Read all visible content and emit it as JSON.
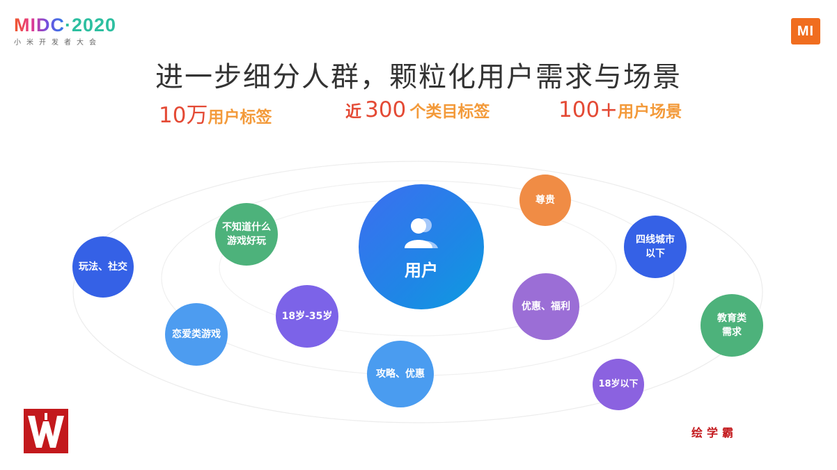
{
  "header": {
    "logo_midc": "MIDC",
    "logo_dot": "·",
    "logo_year": "2020",
    "logo_sub": "小米开发者大会",
    "mi_logo": "MI"
  },
  "title": "进一步细分人群，颗粒化用户需求与场景",
  "stats": [
    {
      "number": "10万",
      "label": "用户标签"
    },
    {
      "prefix": "近",
      "number": "300",
      "label": "个类目标签"
    },
    {
      "number": "100+",
      "label": "用户场景"
    }
  ],
  "center": {
    "label": "用户",
    "icon": "user-group-icon"
  },
  "bubbles": [
    {
      "text": "玩法、社交",
      "color": "#3561e6"
    },
    {
      "text": "不知道什么\n游戏好玩",
      "color": "#4db27b"
    },
    {
      "text": "恋爱类游戏",
      "color": "#4d9cf0"
    },
    {
      "text": "18岁-35岁",
      "color": "#7c63e8"
    },
    {
      "text": "攻略、优惠",
      "color": "#4a9cf0"
    },
    {
      "text": "尊贵",
      "color": "#f08c45"
    },
    {
      "text": "优惠、福利",
      "color": "#9b6ed6"
    },
    {
      "text": "四线城市\n以下",
      "color": "#3561e6"
    },
    {
      "text": "教育类\n需求",
      "color": "#4db27b"
    },
    {
      "text": "18岁以下",
      "color": "#8b62e0"
    }
  ],
  "footer": {
    "brand_text": "绘学霸",
    "w_logo_icon": "w-brand-logo"
  },
  "colors": {
    "title": "#333333",
    "stat_number": "#e44a35",
    "stat_label": "#f39a3a",
    "mi_orange": "#f06d1f",
    "brand_red": "#c3191d"
  }
}
